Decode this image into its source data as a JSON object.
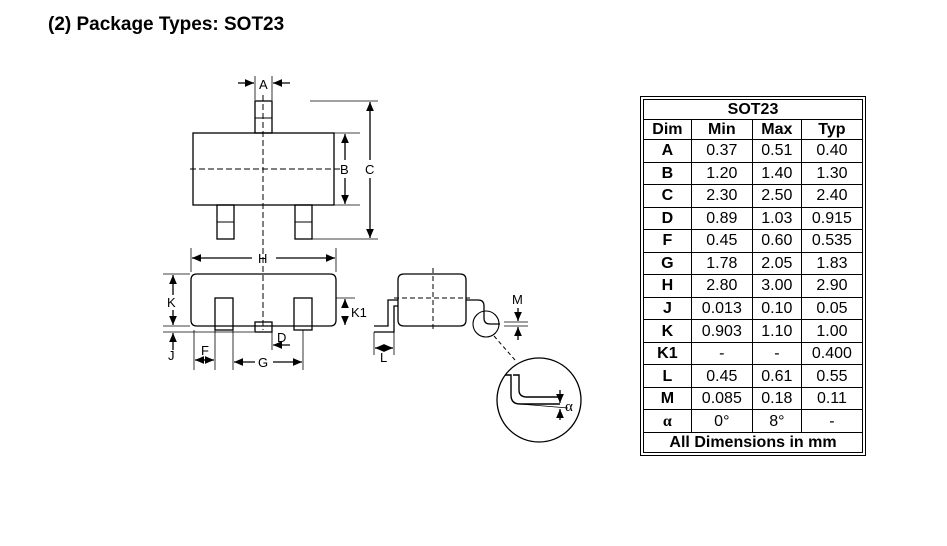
{
  "heading": "(2)  Package Types: SOT23",
  "drawing_labels": {
    "A": "A",
    "B": "B",
    "C": "C",
    "H": "H",
    "K": "K",
    "K1": "K1",
    "J": "J",
    "F": "F",
    "D": "D",
    "G": "G",
    "L": "L",
    "M": "M",
    "alpha": "α"
  },
  "table": {
    "title": "SOT23",
    "headers": [
      "Dim",
      "Min",
      "Max",
      "Typ"
    ],
    "rows": [
      [
        "A",
        "0.37",
        "0.51",
        "0.40"
      ],
      [
        "B",
        "1.20",
        "1.40",
        "1.30"
      ],
      [
        "C",
        "2.30",
        "2.50",
        "2.40"
      ],
      [
        "D",
        "0.89",
        "1.03",
        "0.915"
      ],
      [
        "F",
        "0.45",
        "0.60",
        "0.535"
      ],
      [
        "G",
        "1.78",
        "2.05",
        "1.83"
      ],
      [
        "H",
        "2.80",
        "3.00",
        "2.90"
      ],
      [
        "J",
        "0.013",
        "0.10",
        "0.05"
      ],
      [
        "K",
        "0.903",
        "1.10",
        "1.00"
      ],
      [
        "K1",
        "-",
        "-",
        "0.400"
      ],
      [
        "L",
        "0.45",
        "0.61",
        "0.55"
      ],
      [
        "M",
        "0.085",
        "0.18",
        "0.11"
      ],
      [
        "α",
        "0°",
        "8°",
        "-"
      ]
    ],
    "footer": "All Dimensions in mm"
  }
}
